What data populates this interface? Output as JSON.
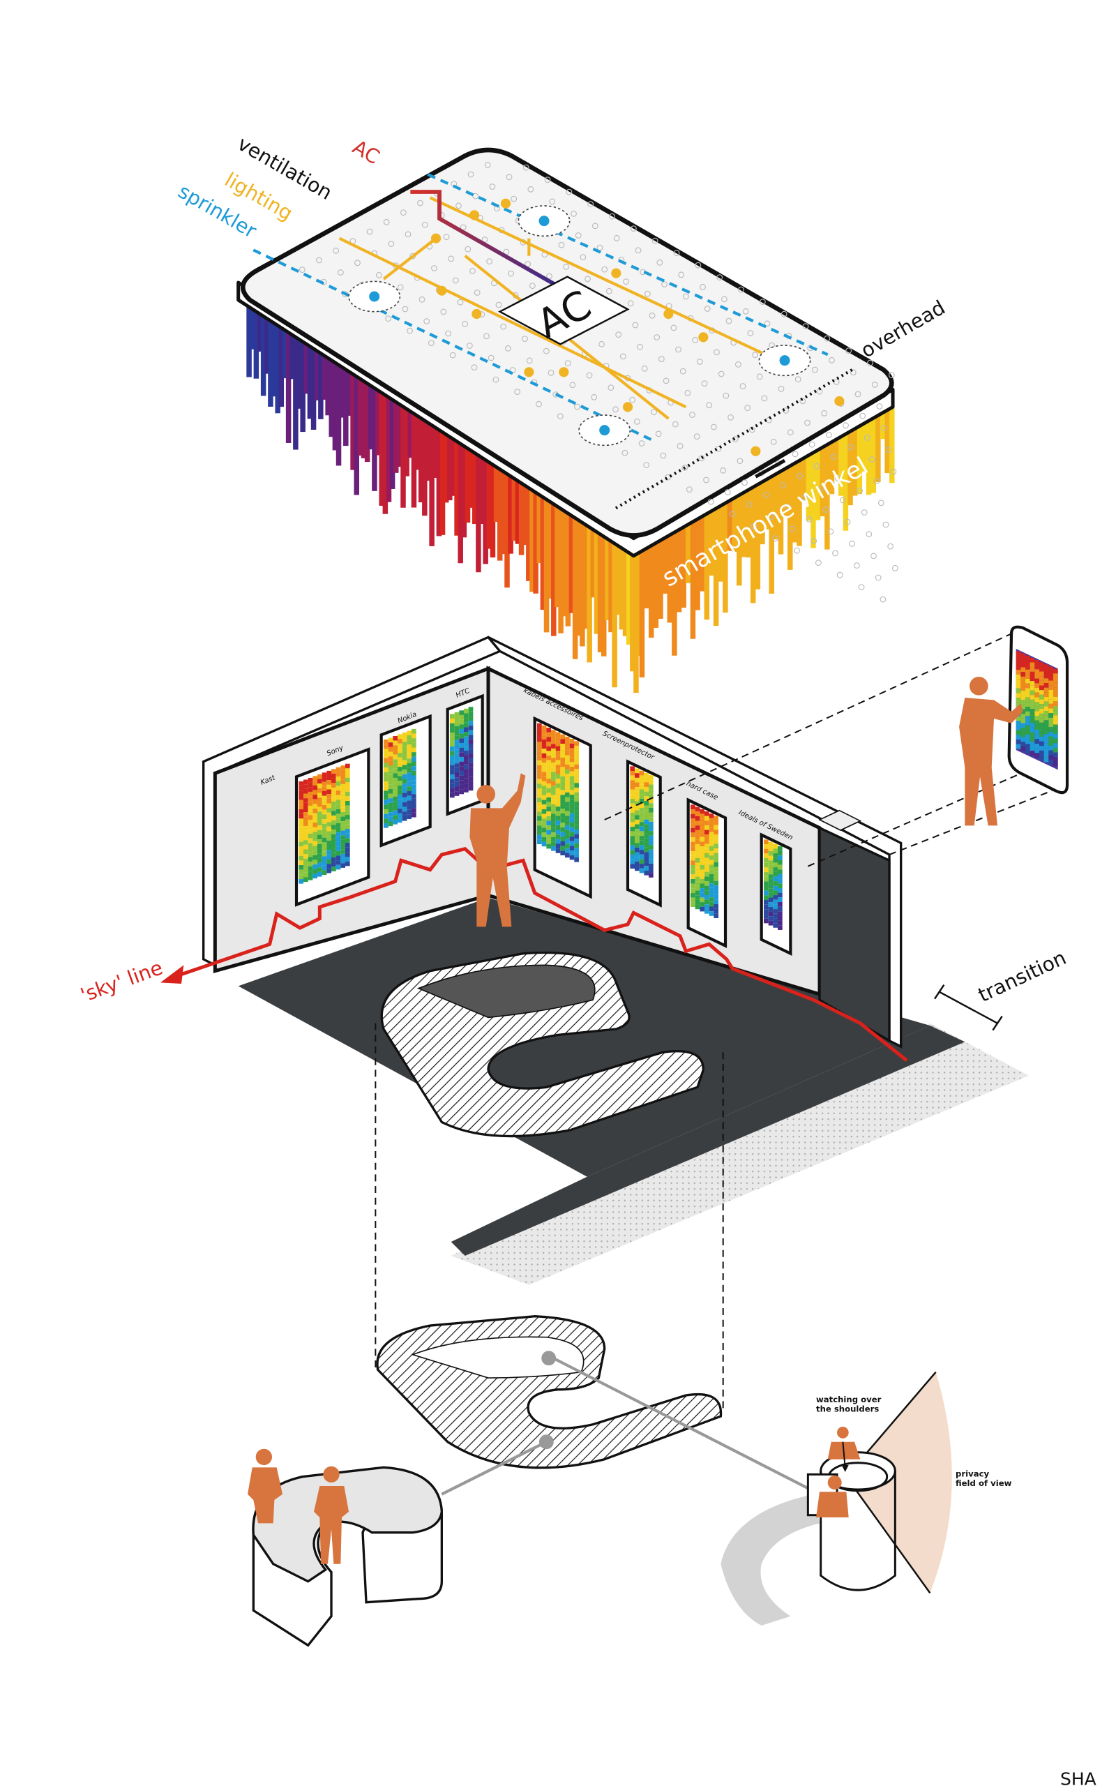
{
  "ceiling": {
    "labels": {
      "ventilation": "ventilation",
      "ac": "AC",
      "lighting": "lighting",
      "sprinkler": "sprinkler",
      "overhead": "overhead",
      "ac_unit": "AC",
      "store_name": "smartphone winkel"
    }
  },
  "room": {
    "left_wall_brands": [
      "Kast",
      "Sony",
      "Nokia",
      "HTC"
    ],
    "right_wall_brands": [
      "kabels accessoires",
      "Screenprotector",
      "hard case",
      "Ideals of Sweden"
    ],
    "sky_line_label": "'sky' line",
    "transition_label": "transition"
  },
  "counter": {
    "watching_label_line1": "watching over",
    "watching_label_line2": "the shoulders",
    "privacy_label_line1": "privacy",
    "privacy_label_line2": "field of view"
  },
  "logo": "SHA",
  "colors": {
    "sprinkler": "#1e9bd7",
    "lighting": "#f0b323",
    "ac": "#d2302a",
    "figure": "#d8743e",
    "floor": "#3b3e40",
    "sky_line": "#d9221c",
    "privacy_cone": "#f3dccb"
  }
}
